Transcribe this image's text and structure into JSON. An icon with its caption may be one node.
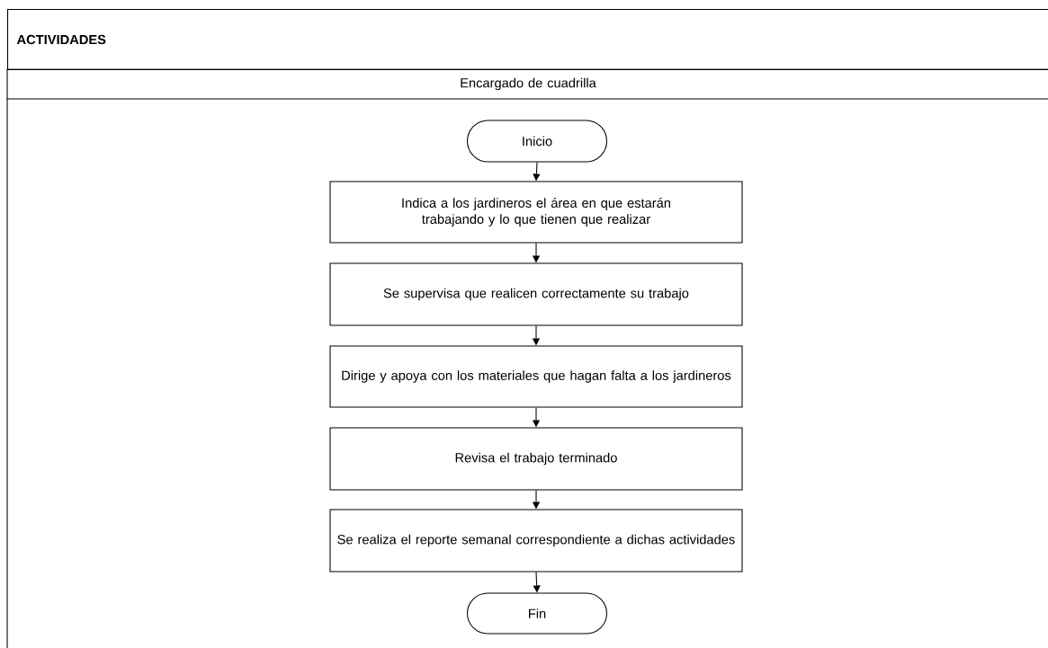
{
  "diagram": {
    "title": "ACTIVIDADES",
    "nodes": [
      {
        "text": [
          "Encargado de cuadrilla"
        ]
      },
      {
        "text": [
          "Inicio"
        ]
      },
      {
        "text": [
          "Indica a los jardineros el área en que estarán trabajando y lo que tienen que realizar"
        ]
      },
      {
        "text": [
          "Se supervisa que realicen correctamente su trabajo"
        ]
      },
      {
        "text": [
          "Dirige y apoya con los materiales que hagan falta a los jardineros"
        ]
      },
      {
        "text": [
          "Revisa el trabajo terminado"
        ]
      },
      {
        "text": [
          "Se realiza el reporte semanal correspondiente a dichas actividades"
        ]
      },
      {
        "text": [
          "Fin"
        ]
      }
    ],
    "edges": [
      {
        "from": 1,
        "to": 2,
        "arrow": "to"
      },
      {
        "from": 2,
        "to": 3,
        "arrow": "to"
      },
      {
        "from": 3,
        "to": 4,
        "arrow": "to"
      },
      {
        "from": 4,
        "to": 5,
        "arrow": "to"
      },
      {
        "from": 5,
        "to": 6,
        "arrow": "to"
      },
      {
        "from": 6,
        "to": 7,
        "arrow": "to"
      }
    ]
  }
}
